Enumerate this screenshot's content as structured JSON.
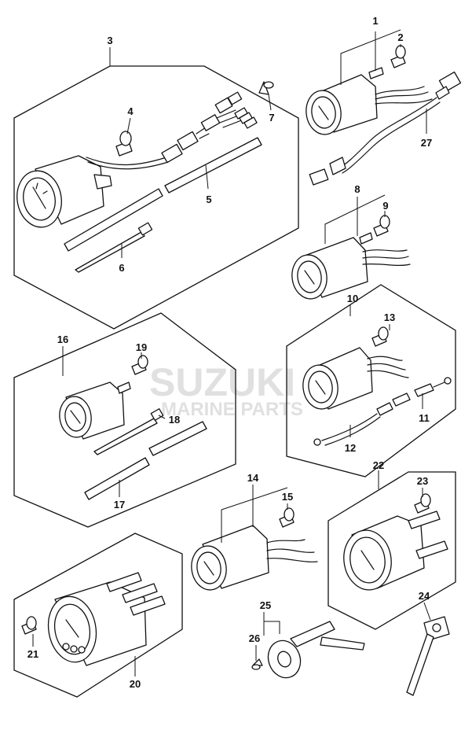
{
  "watermark": {
    "brand": "SUZUKI",
    "subtitle": "MARINE PARTS"
  },
  "callouts": [
    "1",
    "2",
    "3",
    "4",
    "5",
    "6",
    "7",
    "8",
    "9",
    "10",
    "11",
    "12",
    "13",
    "14",
    "15",
    "16",
    "17",
    "18",
    "19",
    "20",
    "21",
    "22",
    "23",
    "24",
    "25",
    "26",
    "27"
  ]
}
